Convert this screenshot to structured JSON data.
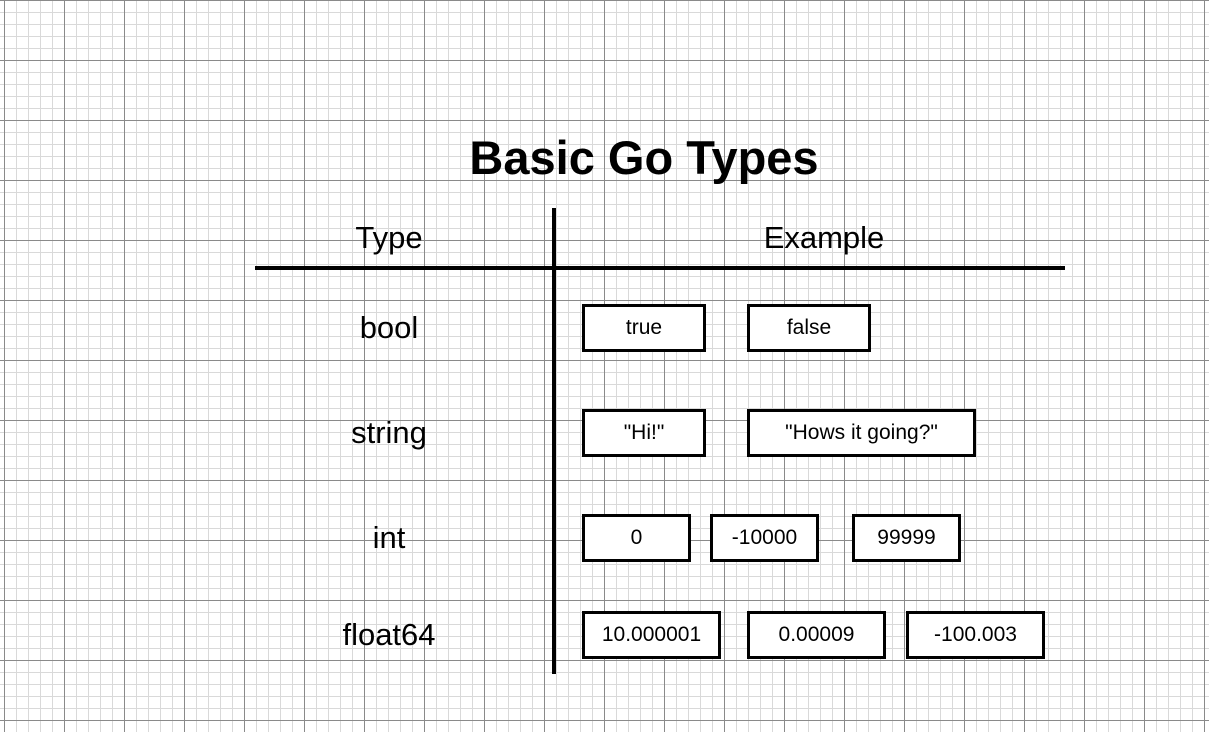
{
  "title": "Basic Go Types",
  "headers": {
    "type": "Type",
    "example": "Example"
  },
  "rows": [
    {
      "type": "bool",
      "examples": [
        "true",
        "false"
      ]
    },
    {
      "type": "string",
      "examples": [
        "\"Hi!\"",
        "\"Hows it going?\""
      ]
    },
    {
      "type": "int",
      "examples": [
        "0",
        "-10000",
        "99999"
      ]
    },
    {
      "type": "float64",
      "examples": [
        "10.000001",
        "0.00009",
        "-100.003"
      ]
    }
  ]
}
